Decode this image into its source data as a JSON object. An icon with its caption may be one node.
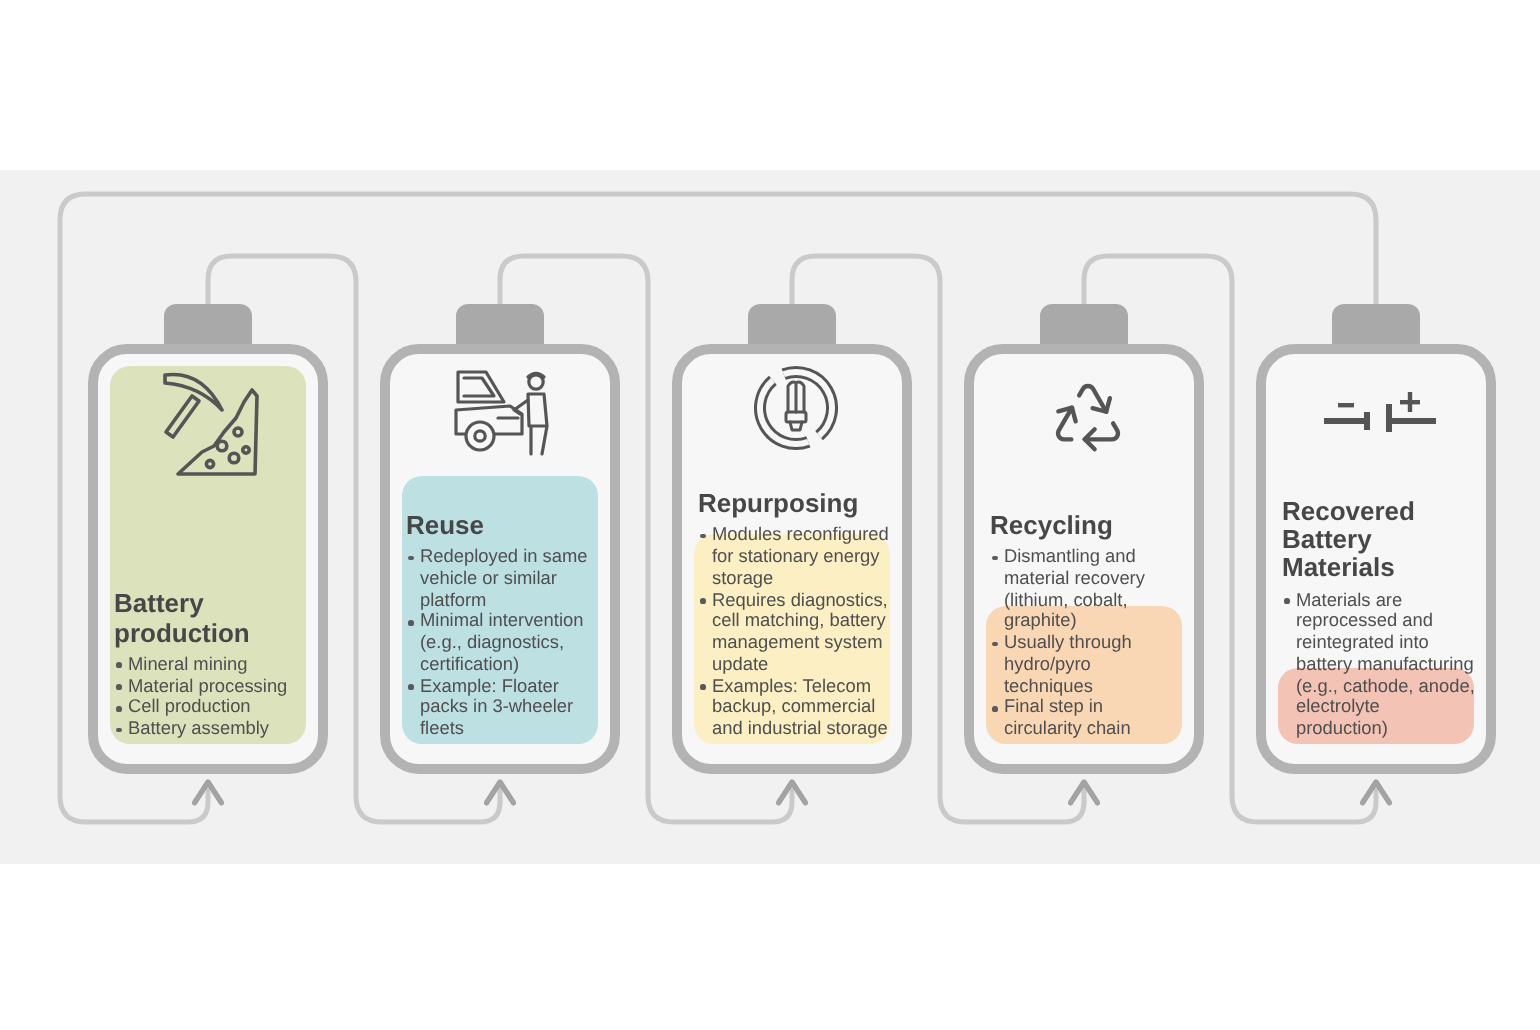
{
  "diagram": {
    "nodes": [
      {
        "text": [
          "Battery production",
          "Mineral mining",
          "Material processing",
          "Cell production",
          "Battery assembly"
        ]
      },
      {
        "text": [
          "Reuse",
          "Redeployed in same vehicle or similar platform",
          "Minimal intervention (e.g., diagnostics, certification)",
          "Example: Floater packs in 3-wheeler fleets"
        ]
      },
      {
        "text": [
          "Repurposing",
          "Modules reconfigured for stationary energy storage",
          "Requires diagnostics, cell matching, battery management system update",
          "Examples: Telecom backup, commercial and industrial storage"
        ]
      },
      {
        "text": [
          "Recycling",
          "Dismantling and material recovery (lithium, cobalt, graphite)",
          "Usually through hydro/pyro techniques",
          "Final step in circularity chain"
        ]
      },
      {
        "text": [
          "Recovered Battery Materials",
          "Materials are reprocessed and reintegrated into battery manufacturing (e.g., cathode, anode, electrolyte production)"
        ]
      }
    ],
    "edges": [
      {
        "from": 0,
        "to": 1,
        "arrow": "to"
      },
      {
        "from": 1,
        "to": 2,
        "arrow": "to"
      },
      {
        "from": 2,
        "to": 3,
        "arrow": "to"
      },
      {
        "from": 3,
        "to": 4,
        "arrow": "to"
      },
      {
        "from": 4,
        "to": 0,
        "arrow": "to"
      }
    ]
  }
}
